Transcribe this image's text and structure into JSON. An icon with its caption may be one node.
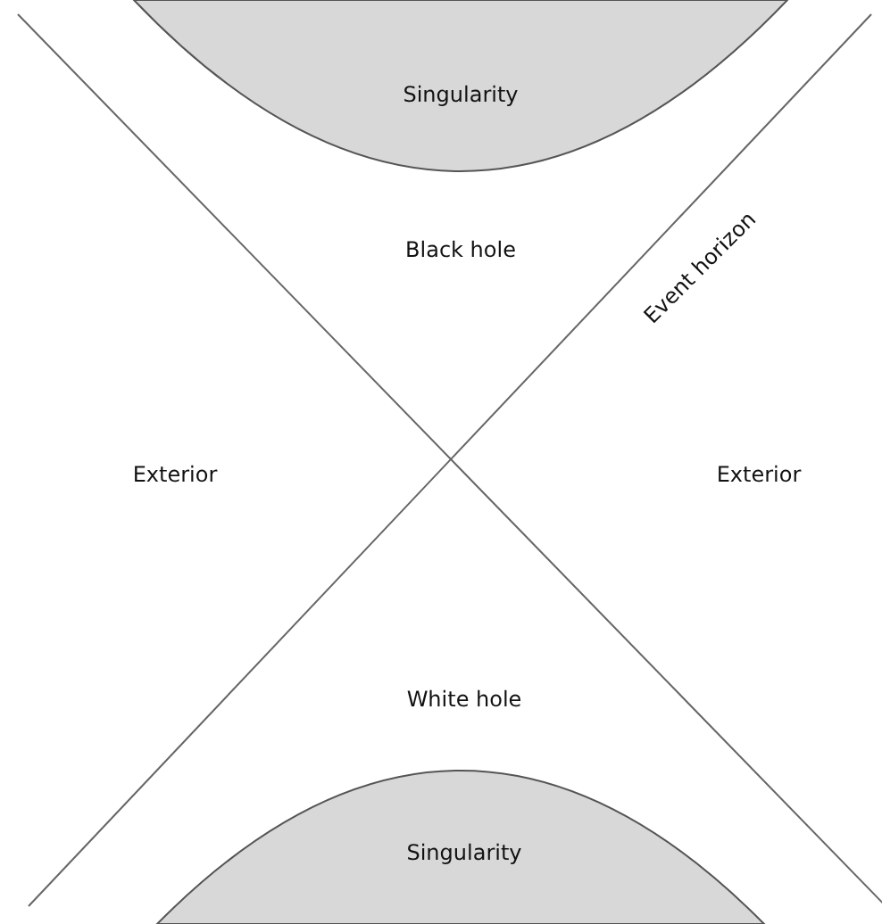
{
  "diagram": {
    "nodes": [
      {
        "text": [
          "Singularity"
        ]
      },
      {
        "text": [
          "Singularity"
        ]
      }
    ],
    "labels": [
      "Black hole",
      "Event horizon",
      "Exterior",
      "Exterior",
      "White hole"
    ]
  }
}
